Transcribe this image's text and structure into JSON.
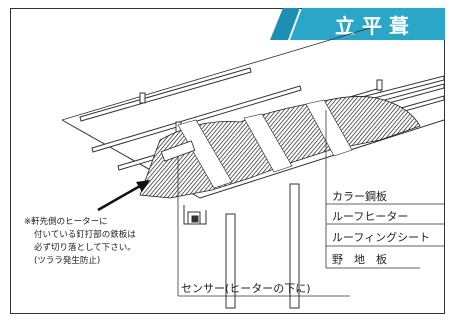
{
  "header": {
    "title": "立 平 葺",
    "title_color": "#ffffff",
    "band_color": "#2aa6c8",
    "band_color_dark": "#1d8fb3"
  },
  "labels": {
    "roof_sheet": "カラー鋼板",
    "roof_heater": "ルーフヒーター",
    "roofing_sheet": "ルーフィングシート",
    "sheathing": "野　地　板",
    "sensor": "センサー(ヒーターの下に)"
  },
  "note": {
    "line1": "※軒先側のヒーターに",
    "line2": "付いている釘打部の鉄板は",
    "line3": "必ず切り落として下さい。",
    "line4": "(ツララ発生防止)"
  },
  "icons": {
    "arrow": "arrow-icon"
  }
}
